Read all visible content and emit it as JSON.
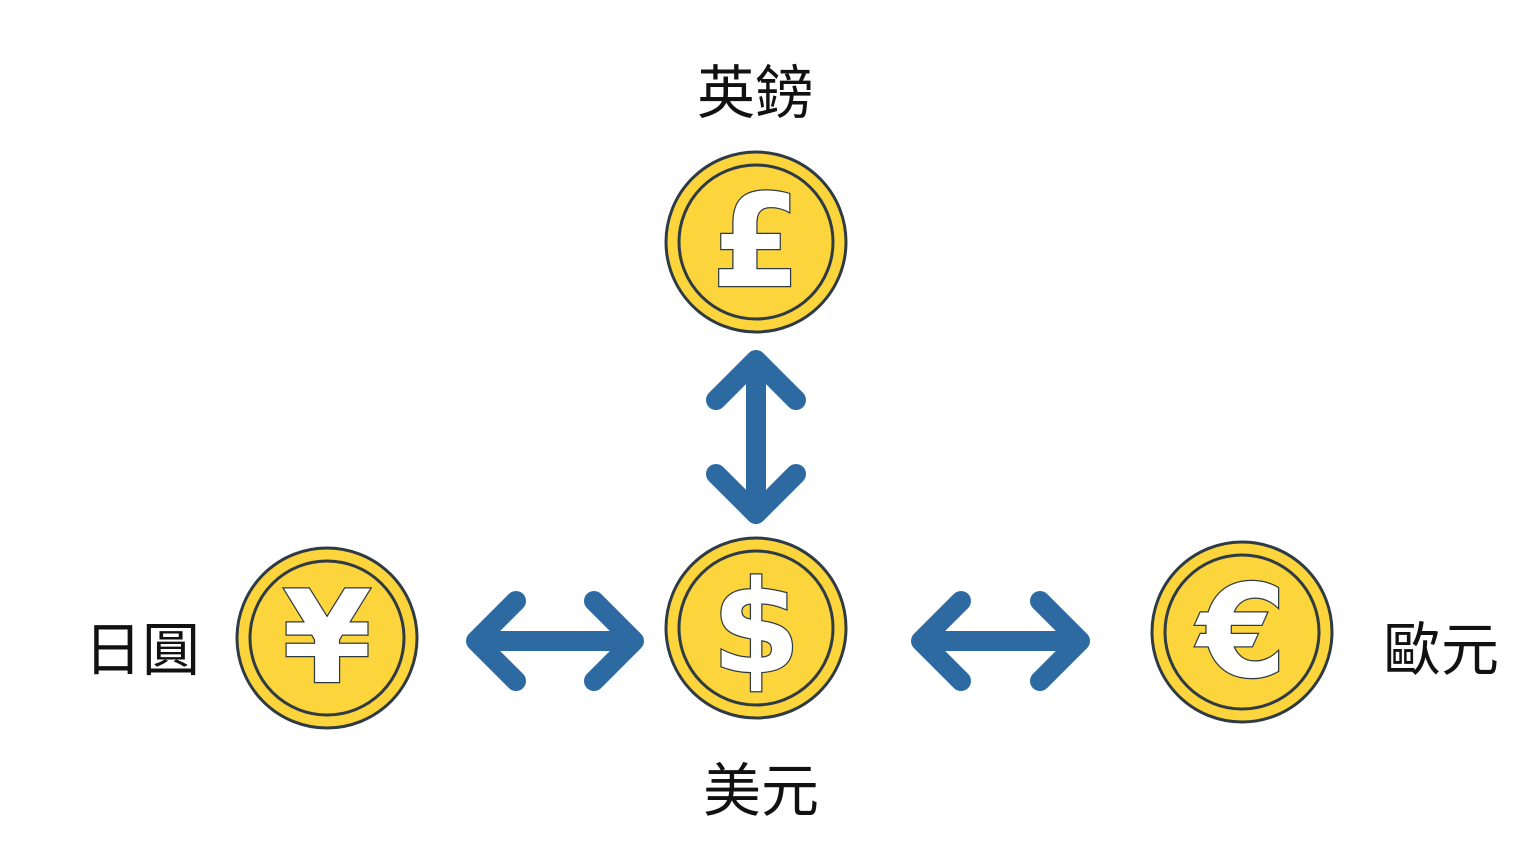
{
  "diagram": {
    "colors": {
      "coin_fill": "#FCD43B",
      "coin_stroke": "#2E3B45",
      "arrow": "#2D6AA1",
      "text": "#111111"
    },
    "nodes": {
      "pound": {
        "label": "英鎊",
        "symbol": "£",
        "icon": "pound-coin-icon"
      },
      "dollar": {
        "label": "美元",
        "symbol": "$",
        "icon": "dollar-coin-icon"
      },
      "yen": {
        "label": "日圓",
        "symbol": "¥",
        "icon": "yen-coin-icon"
      },
      "euro": {
        "label": "歐元",
        "symbol": "€",
        "icon": "euro-coin-icon"
      }
    },
    "edges": [
      {
        "from": "dollar",
        "to": "pound",
        "direction": "bidirectional"
      },
      {
        "from": "dollar",
        "to": "yen",
        "direction": "bidirectional"
      },
      {
        "from": "dollar",
        "to": "euro",
        "direction": "bidirectional"
      }
    ]
  }
}
